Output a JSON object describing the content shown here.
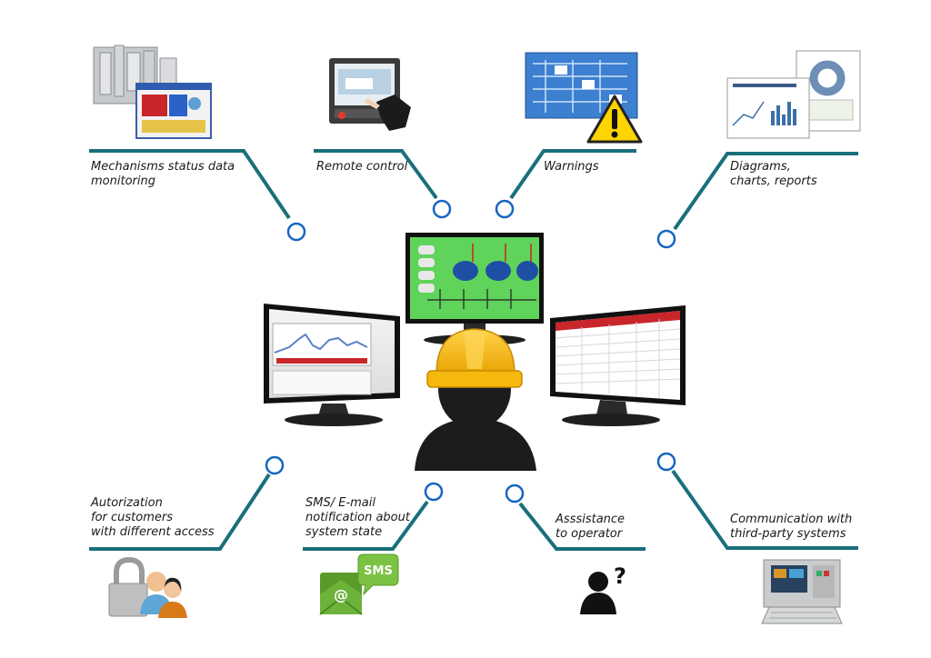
{
  "colors": {
    "connector": "#1a6f7a",
    "node_stroke": "#1565c0",
    "helmet": "#f5b80c",
    "operator": "#1c1c1c",
    "scada_green": "#5fd35a",
    "scada_blue": "#1e4fa5",
    "warning_yellow": "#ffd400"
  },
  "features": {
    "monitoring": {
      "lines": [
        "Mechanisms status data",
        "monitoring"
      ],
      "icon": "industrial-machine-icon"
    },
    "remote": {
      "lines": [
        "Remote control"
      ],
      "icon": "touch-panel-icon"
    },
    "warnings": {
      "lines": [
        "Warnings"
      ],
      "icon": "warning-sign-icon"
    },
    "reports": {
      "lines": [
        "Diagrams,",
        "charts, reports"
      ],
      "icon": "report-documents-icon"
    },
    "authorization": {
      "lines": [
        "Autorization",
        "for customers",
        "with different access"
      ],
      "icon": "lock-users-icon"
    },
    "notification": {
      "lines": [
        "SMS/ E-mail",
        "notification about",
        "system state"
      ],
      "icon": "sms-email-icon",
      "badge": "SMS",
      "email_symbol": "@"
    },
    "assistance": {
      "lines": [
        "Asssistance",
        "to operator"
      ],
      "icon": "help-person-icon",
      "question_mark": "?"
    },
    "integration": {
      "lines": [
        "Communication with",
        "third-party systems"
      ],
      "icon": "industrial-computer-icon"
    }
  },
  "center": {
    "monitors": [
      "trend-monitor",
      "scada-monitor",
      "table-monitor"
    ],
    "operator_icon": "operator-helmet-icon"
  }
}
